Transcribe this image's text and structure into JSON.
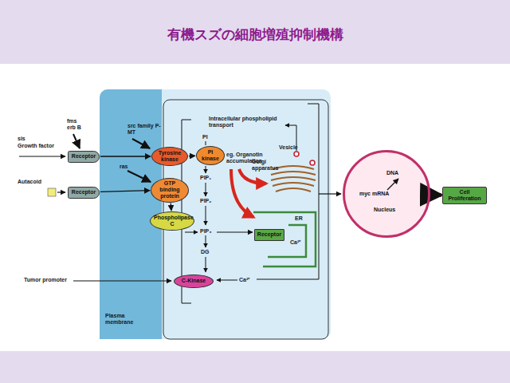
{
  "diagram": {
    "title": "有機スズの細胞増殖抑制機構",
    "nodes": [
      {
        "text": [
          "Receptor"
        ]
      },
      {
        "text": [
          "Tyrosine kinase"
        ]
      },
      {
        "text": [
          "PI kinase"
        ]
      },
      {
        "text": [
          "Receptor"
        ]
      },
      {
        "text": [
          "GTP binding protein"
        ]
      },
      {
        "text": [
          "Phospholipase C"
        ]
      },
      {
        "text": [
          "Receptor"
        ]
      },
      {
        "text": [
          "C-Kinase"
        ]
      },
      {
        "text": [
          "DNA",
          "myc mRNA",
          "Nucleus"
        ]
      },
      {
        "text": [
          "Cell Proliferation"
        ]
      }
    ],
    "edges": [
      {
        "from": 0,
        "to": 1,
        "arrow": "to"
      },
      {
        "from": 1,
        "to": 2,
        "arrow": "to"
      },
      {
        "from": 3,
        "to": 4,
        "arrow": "to"
      },
      {
        "from": 4,
        "to": 5,
        "arrow": "to"
      },
      {
        "from": 8,
        "to": 9,
        "arrow": "to"
      }
    ],
    "labels": [
      "sis",
      "Growth factor",
      "fms erb B",
      "src family P-MT",
      "Autacoid",
      "ras",
      "Tumor promoter",
      "Plasma membrane",
      "Intracellular phospholipid transport",
      "PI",
      "PIP₁",
      "PIP₂",
      "PIP₃",
      "DG",
      "eg. Organotin accumulation",
      "Vesicle",
      "Golgi apparatus",
      "ER",
      "Ca²⁺",
      "Ca²⁺"
    ]
  }
}
